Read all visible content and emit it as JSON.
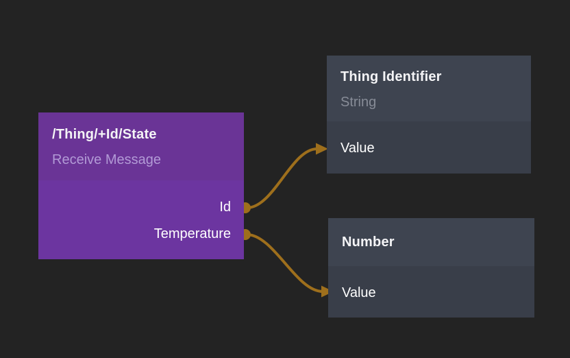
{
  "canvas": {
    "background_color": "#232323",
    "wire_color": "#9e6f1c"
  },
  "nodes": [
    {
      "id": "receive-message",
      "title": "/Thing/+Id/State",
      "subtitle": "Receive Message",
      "header_color": "#6a3496",
      "body_color": "#6c35a0",
      "outputs": [
        {
          "label": "Id"
        },
        {
          "label": "Temperature"
        }
      ]
    },
    {
      "id": "thing-identifier",
      "title": "Thing Identifier",
      "subtitle": "String",
      "header_color": "#3e4450",
      "body_color": "#393e49",
      "inputs": [
        {
          "label": "Value"
        }
      ]
    },
    {
      "id": "number",
      "title": "Number",
      "header_color": "#3e4450",
      "body_color": "#393e49",
      "inputs": [
        {
          "label": "Value"
        }
      ]
    }
  ],
  "connections": [
    {
      "from_node": "/Thing/+Id/State",
      "from_port": "Id",
      "to_node": "Thing Identifier",
      "to_port": "Value"
    },
    {
      "from_node": "/Thing/+Id/State",
      "from_port": "Temperature",
      "to_node": "Number",
      "to_port": "Value"
    }
  ]
}
